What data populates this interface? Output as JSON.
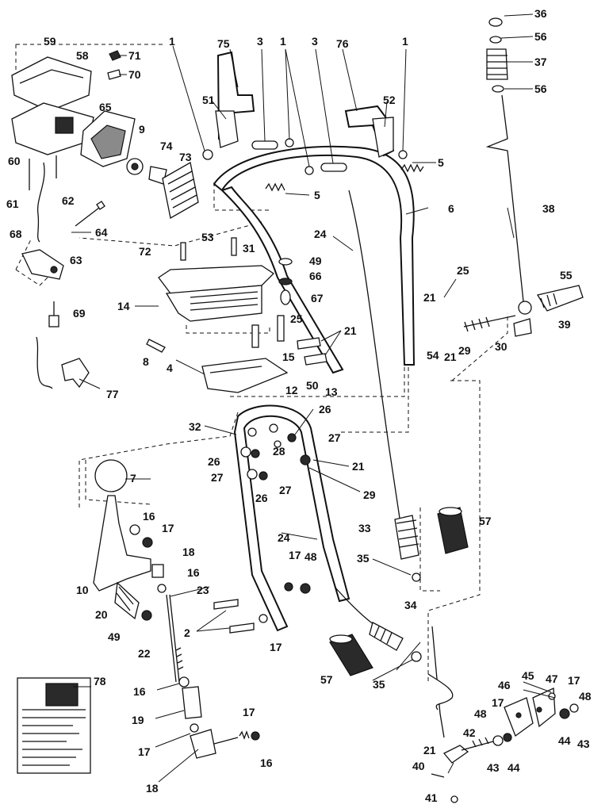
{
  "callouts": [
    {
      "id": "c1a",
      "text": "1"
    },
    {
      "id": "c75",
      "text": "75"
    },
    {
      "id": "c3a",
      "text": "3"
    },
    {
      "id": "c1b",
      "text": "1"
    },
    {
      "id": "c3b",
      "text": "3"
    },
    {
      "id": "c76",
      "text": "76"
    },
    {
      "id": "c1c",
      "text": "1"
    },
    {
      "id": "c36",
      "text": "36"
    },
    {
      "id": "c56a",
      "text": "56"
    },
    {
      "id": "c37",
      "text": "37"
    },
    {
      "id": "c56b",
      "text": "56"
    },
    {
      "id": "c59",
      "text": "59"
    },
    {
      "id": "c58",
      "text": "58"
    },
    {
      "id": "c71",
      "text": "71"
    },
    {
      "id": "c70",
      "text": "70"
    },
    {
      "id": "c51",
      "text": "51"
    },
    {
      "id": "c52",
      "text": "52"
    },
    {
      "id": "c65",
      "text": "65"
    },
    {
      "id": "c9",
      "text": "9"
    },
    {
      "id": "c74",
      "text": "74"
    },
    {
      "id": "c73",
      "text": "73"
    },
    {
      "id": "c60",
      "text": "60"
    },
    {
      "id": "c61",
      "text": "61"
    },
    {
      "id": "c62",
      "text": "62"
    },
    {
      "id": "c5a",
      "text": "5"
    },
    {
      "id": "c5b",
      "text": "5"
    },
    {
      "id": "c6",
      "text": "6"
    },
    {
      "id": "c38",
      "text": "38"
    },
    {
      "id": "c68",
      "text": "68"
    },
    {
      "id": "c64",
      "text": "64"
    },
    {
      "id": "c24a",
      "text": "24"
    },
    {
      "id": "c72",
      "text": "72"
    },
    {
      "id": "c53",
      "text": "53"
    },
    {
      "id": "c31",
      "text": "31"
    },
    {
      "id": "c49a",
      "text": "49"
    },
    {
      "id": "c66",
      "text": "66"
    },
    {
      "id": "c63",
      "text": "63"
    },
    {
      "id": "c14",
      "text": "14"
    },
    {
      "id": "c67",
      "text": "67"
    },
    {
      "id": "c25a",
      "text": "25"
    },
    {
      "id": "c21a",
      "text": "21"
    },
    {
      "id": "c55",
      "text": "55"
    },
    {
      "id": "c69",
      "text": "69"
    },
    {
      "id": "c25b",
      "text": "25"
    },
    {
      "id": "c21b",
      "text": "21"
    },
    {
      "id": "c30",
      "text": "30"
    },
    {
      "id": "c39",
      "text": "39"
    },
    {
      "id": "c54",
      "text": "54"
    },
    {
      "id": "c21c",
      "text": "21"
    },
    {
      "id": "c29",
      "text": "29"
    },
    {
      "id": "c8",
      "text": "8"
    },
    {
      "id": "c15",
      "text": "15"
    },
    {
      "id": "c4",
      "text": "4"
    },
    {
      "id": "c77",
      "text": "77"
    },
    {
      "id": "c50",
      "text": "50"
    },
    {
      "id": "c12",
      "text": "12"
    },
    {
      "id": "c13",
      "text": "13"
    },
    {
      "id": "c26a",
      "text": "26"
    },
    {
      "id": "c32",
      "text": "32"
    },
    {
      "id": "c27a",
      "text": "27"
    },
    {
      "id": "c28",
      "text": "28"
    },
    {
      "id": "c26b",
      "text": "26"
    },
    {
      "id": "c21d",
      "text": "21"
    },
    {
      "id": "c27b",
      "text": "27"
    },
    {
      "id": "c7",
      "text": "7"
    },
    {
      "id": "c26c",
      "text": "26"
    },
    {
      "id": "c27c",
      "text": "27"
    },
    {
      "id": "c29b",
      "text": "29"
    },
    {
      "id": "c57a",
      "text": "57"
    },
    {
      "id": "c16a",
      "text": "16"
    },
    {
      "id": "c17a",
      "text": "17"
    },
    {
      "id": "c33",
      "text": "33"
    },
    {
      "id": "c24b",
      "text": "24"
    },
    {
      "id": "c18a",
      "text": "18"
    },
    {
      "id": "c35a",
      "text": "35"
    },
    {
      "id": "c17b",
      "text": "17"
    },
    {
      "id": "c48a",
      "text": "48"
    },
    {
      "id": "c16b",
      "text": "16"
    },
    {
      "id": "c10",
      "text": "10"
    },
    {
      "id": "c23",
      "text": "23"
    },
    {
      "id": "c20",
      "text": "20"
    },
    {
      "id": "c34",
      "text": "34"
    },
    {
      "id": "c49b",
      "text": "49"
    },
    {
      "id": "c2",
      "text": "2"
    },
    {
      "id": "c22",
      "text": "22"
    },
    {
      "id": "c17c",
      "text": "17"
    },
    {
      "id": "c57b",
      "text": "57"
    },
    {
      "id": "c35b",
      "text": "35"
    },
    {
      "id": "c78",
      "text": "78"
    },
    {
      "id": "c16c",
      "text": "16"
    },
    {
      "id": "c46",
      "text": "46"
    },
    {
      "id": "c45",
      "text": "45"
    },
    {
      "id": "c47",
      "text": "47"
    },
    {
      "id": "c17d",
      "text": "17"
    },
    {
      "id": "c48b",
      "text": "48"
    },
    {
      "id": "c17e",
      "text": "17"
    },
    {
      "id": "c19",
      "text": "19"
    },
    {
      "id": "c48c",
      "text": "48"
    },
    {
      "id": "c17f",
      "text": "17"
    },
    {
      "id": "c17g",
      "text": "17"
    },
    {
      "id": "c44a",
      "text": "44"
    },
    {
      "id": "c43a",
      "text": "43"
    },
    {
      "id": "c16d",
      "text": "16"
    },
    {
      "id": "c42",
      "text": "42"
    },
    {
      "id": "c21e",
      "text": "21"
    },
    {
      "id": "c43b",
      "text": "43"
    },
    {
      "id": "c44b",
      "text": "44"
    },
    {
      "id": "c18b",
      "text": "18"
    },
    {
      "id": "c40",
      "text": "40"
    },
    {
      "id": "c41",
      "text": "41"
    }
  ]
}
